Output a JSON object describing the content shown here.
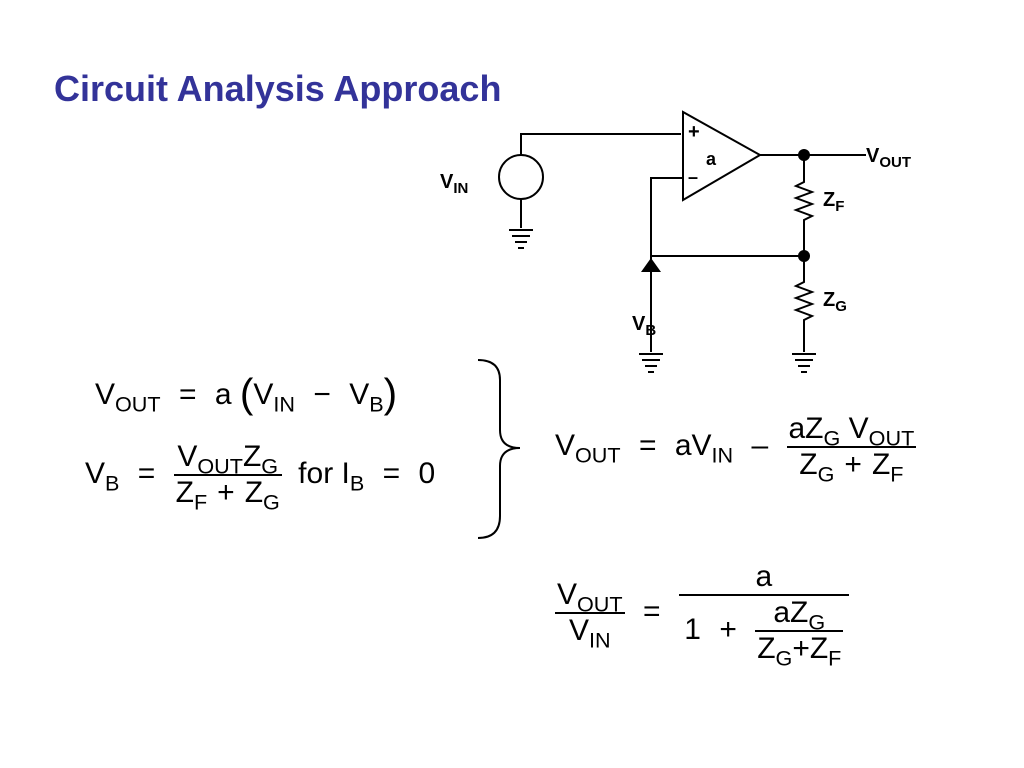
{
  "title": "Circuit Analysis Approach",
  "circuit": {
    "source_label": "V",
    "source_sub": "IN",
    "opamp_plus": "+",
    "opamp_minus": "–",
    "opamp_gain": "a",
    "out_label": "V",
    "out_sub": "OUT",
    "zf_label": "Z",
    "zf_sub": "F",
    "zg_label": "Z",
    "zg_sub": "G",
    "vb_label": "V",
    "vb_sub": "B"
  },
  "eq1": {
    "lhs": "V",
    "lhs_sub": "OUT",
    "eq": "=",
    "a": "a",
    "v1": "V",
    "v1_sub": "IN",
    "minus": "−",
    "v2": "V",
    "v2_sub": "B"
  },
  "eq2": {
    "lhs": "V",
    "lhs_sub": "B",
    "eq": "=",
    "num1": "V",
    "num1_sub": "OUT",
    "num2": "Z",
    "num2_sub": "G",
    "den1": "Z",
    "den1_sub": "F",
    "plus": "+",
    "den2": "Z",
    "den2_sub": "G",
    "cond": "for I",
    "cond_sub": "B",
    "cond_eq": "=",
    "cond_val": "0"
  },
  "eq3": {
    "lhs": "V",
    "lhs_sub": "OUT",
    "eq": "=",
    "term1": "aV",
    "term1_sub": "IN",
    "minus": "–",
    "num1": "aZ",
    "num1_sub": "G",
    "num2": "V",
    "num2_sub": "OUT",
    "den1": "Z",
    "den1_sub": "G",
    "plus": "+",
    "den2": "Z",
    "den2_sub": "F"
  },
  "eq4": {
    "num": "V",
    "num_sub": "OUT",
    "den": "V",
    "den_sub": "IN",
    "eq": "=",
    "rnum": "a",
    "one": "1",
    "plus": "+",
    "inum": "aZ",
    "inum_sub": "G",
    "iden1": "Z",
    "iden1_sub": "G",
    "iplus": "+",
    "iden2": "Z",
    "iden2_sub": "F"
  }
}
